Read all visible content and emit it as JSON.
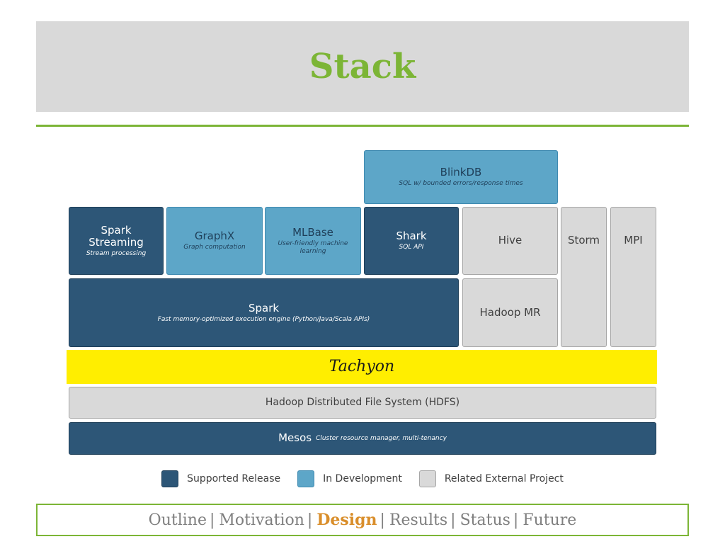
{
  "slide": {
    "title": "Stack"
  },
  "diagram": {
    "blinkdb": {
      "name": "BlinkDB",
      "sub": "SQL w/ bounded errors/response times"
    },
    "spark_streaming": {
      "name": "Spark Streaming",
      "sub": "Stream processing"
    },
    "graphx": {
      "name": "GraphX",
      "sub": "Graph computation"
    },
    "mlbase": {
      "name": "MLBase",
      "sub": "User-friendly machine learning"
    },
    "shark": {
      "name": "Shark",
      "sub": "SQL API"
    },
    "hive": {
      "name": "Hive"
    },
    "storm": {
      "name": "Storm"
    },
    "mpi": {
      "name": "MPI"
    },
    "spark": {
      "name": "Spark",
      "sub": "Fast memory-optimized execution engine (Python/Java/Scala APIs)"
    },
    "hadoop_mr": {
      "name": "Hadoop MR"
    },
    "tachyon": {
      "name": "Tachyon"
    },
    "hdfs": {
      "name": "Hadoop Distributed File System (HDFS)"
    },
    "mesos": {
      "name": "Mesos",
      "sub": "Cluster resource manager, multi-tenancy"
    }
  },
  "legend": {
    "items": [
      {
        "label": "Supported Release",
        "color": "#2d5677"
      },
      {
        "label": "In Development",
        "color": "#5da6c8"
      },
      {
        "label": "Related External Project",
        "color": "#d9d9d9"
      }
    ]
  },
  "nav": {
    "items": [
      {
        "label": "Outline",
        "sep": "|"
      },
      {
        "label": "Motivation",
        "sep": "|"
      },
      {
        "label": "Design",
        "sep": "|"
      },
      {
        "label": "Results",
        "sep": "|"
      },
      {
        "label": "Status",
        "sep": "|"
      },
      {
        "label": "Future",
        "sep": ""
      }
    ],
    "active_index": 2
  },
  "colors": {
    "accent_green": "#7cb536",
    "supported_release": "#2d5677",
    "in_development": "#5da6c8",
    "external_project": "#d9d9d9",
    "storage_layer": "#ffee00",
    "active_nav": "#d98e2b"
  }
}
